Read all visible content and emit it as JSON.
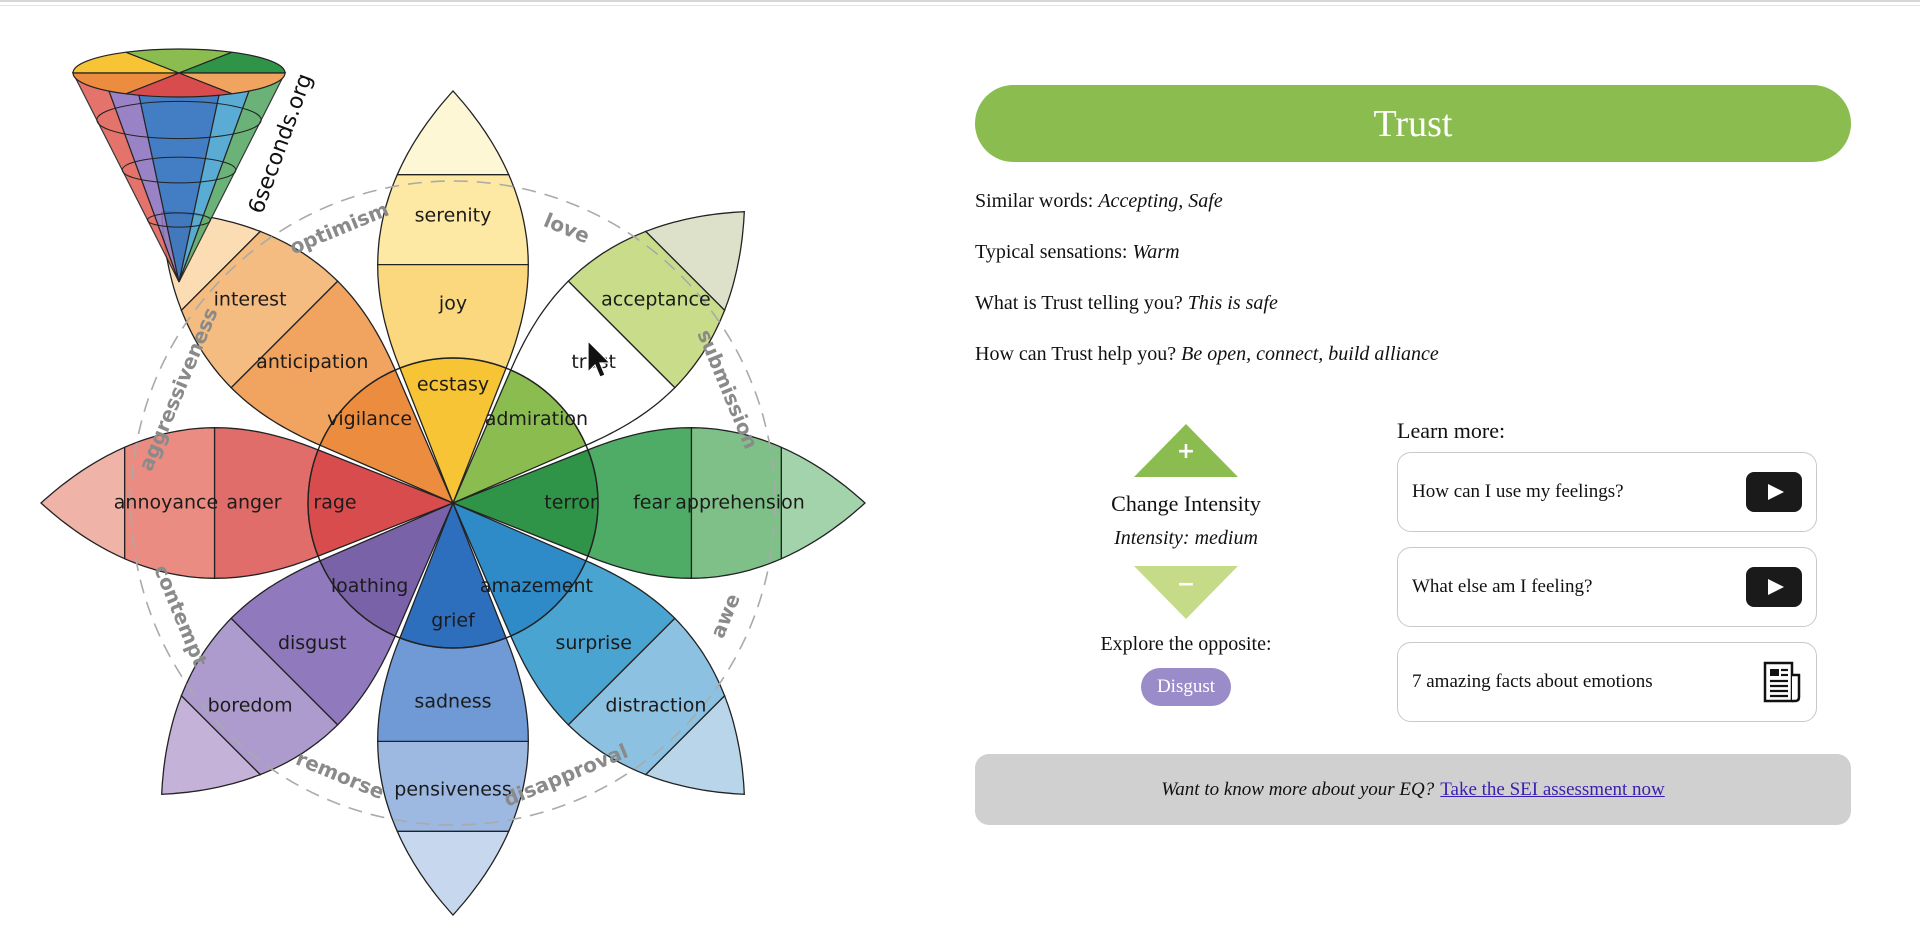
{
  "brand": "6seconds.org",
  "wheel": {
    "primaries": [
      {
        "outer": "serenity",
        "mid": "joy",
        "inner": "ecstasy"
      },
      {
        "outer": "acceptance",
        "mid": "trust",
        "inner": "admiration"
      },
      {
        "outer": "apprehension",
        "mid": "fear",
        "inner": "terror"
      },
      {
        "outer": "distraction",
        "mid": "surprise",
        "inner": "amazement"
      },
      {
        "outer": "pensiveness",
        "mid": "sadness",
        "inner": "grief"
      },
      {
        "outer": "boredom",
        "mid": "disgust",
        "inner": "loathing"
      },
      {
        "outer": "annoyance",
        "mid": "anger",
        "inner": "rage"
      },
      {
        "outer": "interest",
        "mid": "anticipation",
        "inner": "vigilance"
      }
    ],
    "dyads": [
      "love",
      "submission",
      "awe",
      "disapproval",
      "remorse",
      "contempt",
      "aggressiveness",
      "optimism"
    ],
    "colors": {
      "joy": [
        "#fdf7d6",
        "#fde9a3",
        "#fbd87e",
        "#f6c434"
      ],
      "trust": [
        "#dde1c9",
        "#c9dc8a",
        "#ffffff",
        "#8bbc50"
      ],
      "fear": [
        "#a3d3ab",
        "#7fbf88",
        "#4fac66",
        "#2f9447"
      ],
      "surprise": [
        "#b9d5ea",
        "#8cc1e2",
        "#49a4d1",
        "#2f8ac8"
      ],
      "sadness": [
        "#c7d8ee",
        "#9db8e1",
        "#6f9ad6",
        "#2e6fbd"
      ],
      "disgust": [
        "#c4b2d8",
        "#ad9bcd",
        "#9179bd",
        "#7a62a8"
      ],
      "anger": [
        "#f0b3a8",
        "#ea8c82",
        "#e06d69",
        "#d84c4e"
      ],
      "anticipation": [
        "#fbdcb3",
        "#f4bc80",
        "#f0a45f",
        "#eb8c3f"
      ]
    }
  },
  "detail": {
    "title": "Trust",
    "similar_label": "Similar words:",
    "similar_value": "Accepting, Safe",
    "sensations_label": "Typical sensations:",
    "sensations_value": "Warm",
    "telling_label": "What is Trust telling you?",
    "telling_value": "This is safe",
    "help_label": "How can Trust help you?",
    "help_value": "Be open, connect, build alliance"
  },
  "intensity": {
    "plus_symbol": "+",
    "minus_symbol": "−",
    "label": "Change Intensity",
    "value": "Intensity: medium",
    "up_color": "#8bbc50",
    "down_color": "#c6db88"
  },
  "opposite": {
    "label": "Explore the opposite:",
    "button": "Disgust",
    "color": "#9a8cc8"
  },
  "learn_more": {
    "title": "Learn more:",
    "items": [
      {
        "label": "How can I use my feelings?",
        "icon": "youtube-play-icon"
      },
      {
        "label": "What else am I feeling?",
        "icon": "youtube-play-icon"
      },
      {
        "label": "7 amazing facts about emotions",
        "icon": "document-icon"
      }
    ]
  },
  "eq": {
    "question": "Want to know more about your EQ?",
    "link": "Take the SEI assessment now"
  },
  "accent_color": "#8bbc50"
}
